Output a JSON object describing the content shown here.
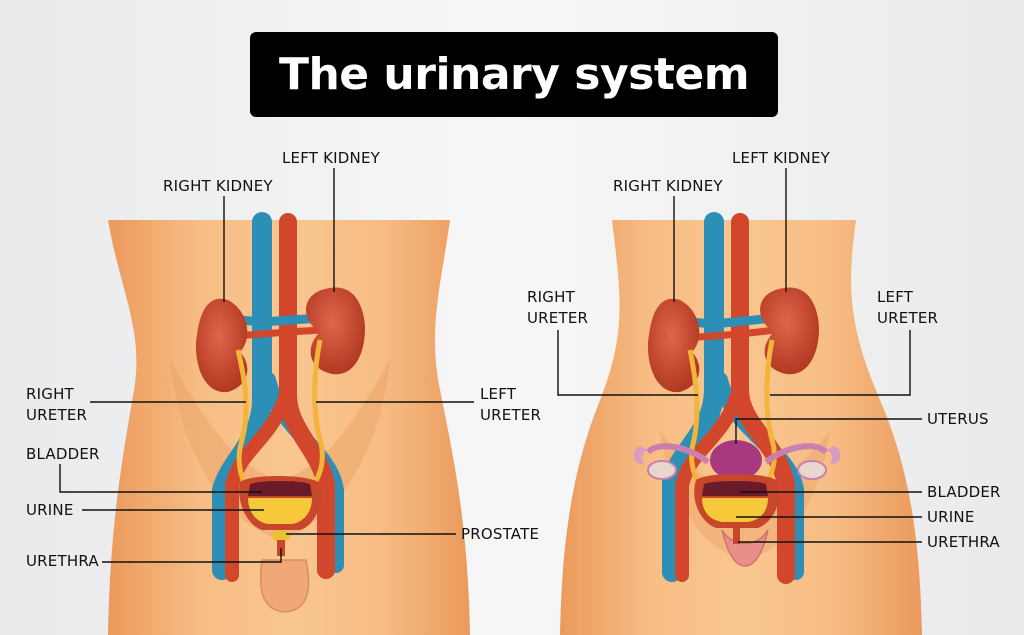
{
  "title": "The urinary system",
  "colors": {
    "skin": "#f6b67a",
    "skin_shadow": "#e79556",
    "kidney": "#c8462a",
    "vein": "#2d8fb5",
    "artery": "#d2462b",
    "ureter": "#f3b43a",
    "urine": "#f5c93a",
    "uterus": "#a8397f",
    "title_bg": "#000000"
  },
  "male": {
    "labels": {
      "left_kidney": "LEFT KIDNEY",
      "right_kidney": "RIGHT KIDNEY",
      "right_ureter": "RIGHT\nURETER",
      "left_ureter": "LEFT\nURETER",
      "bladder": "BLADDER",
      "urine": "URINE",
      "urethra": "URETHRA",
      "prostate": "PROSTATE"
    }
  },
  "female": {
    "labels": {
      "left_kidney": "LEFT KIDNEY",
      "right_kidney": "RIGHT KIDNEY",
      "right_ureter": "RIGHT\nURETER",
      "left_ureter": "LEFT\nURETER",
      "uterus": "UTERUS",
      "bladder": "BLADDER",
      "urine": "URINE",
      "urethra": "URETHRA"
    }
  }
}
